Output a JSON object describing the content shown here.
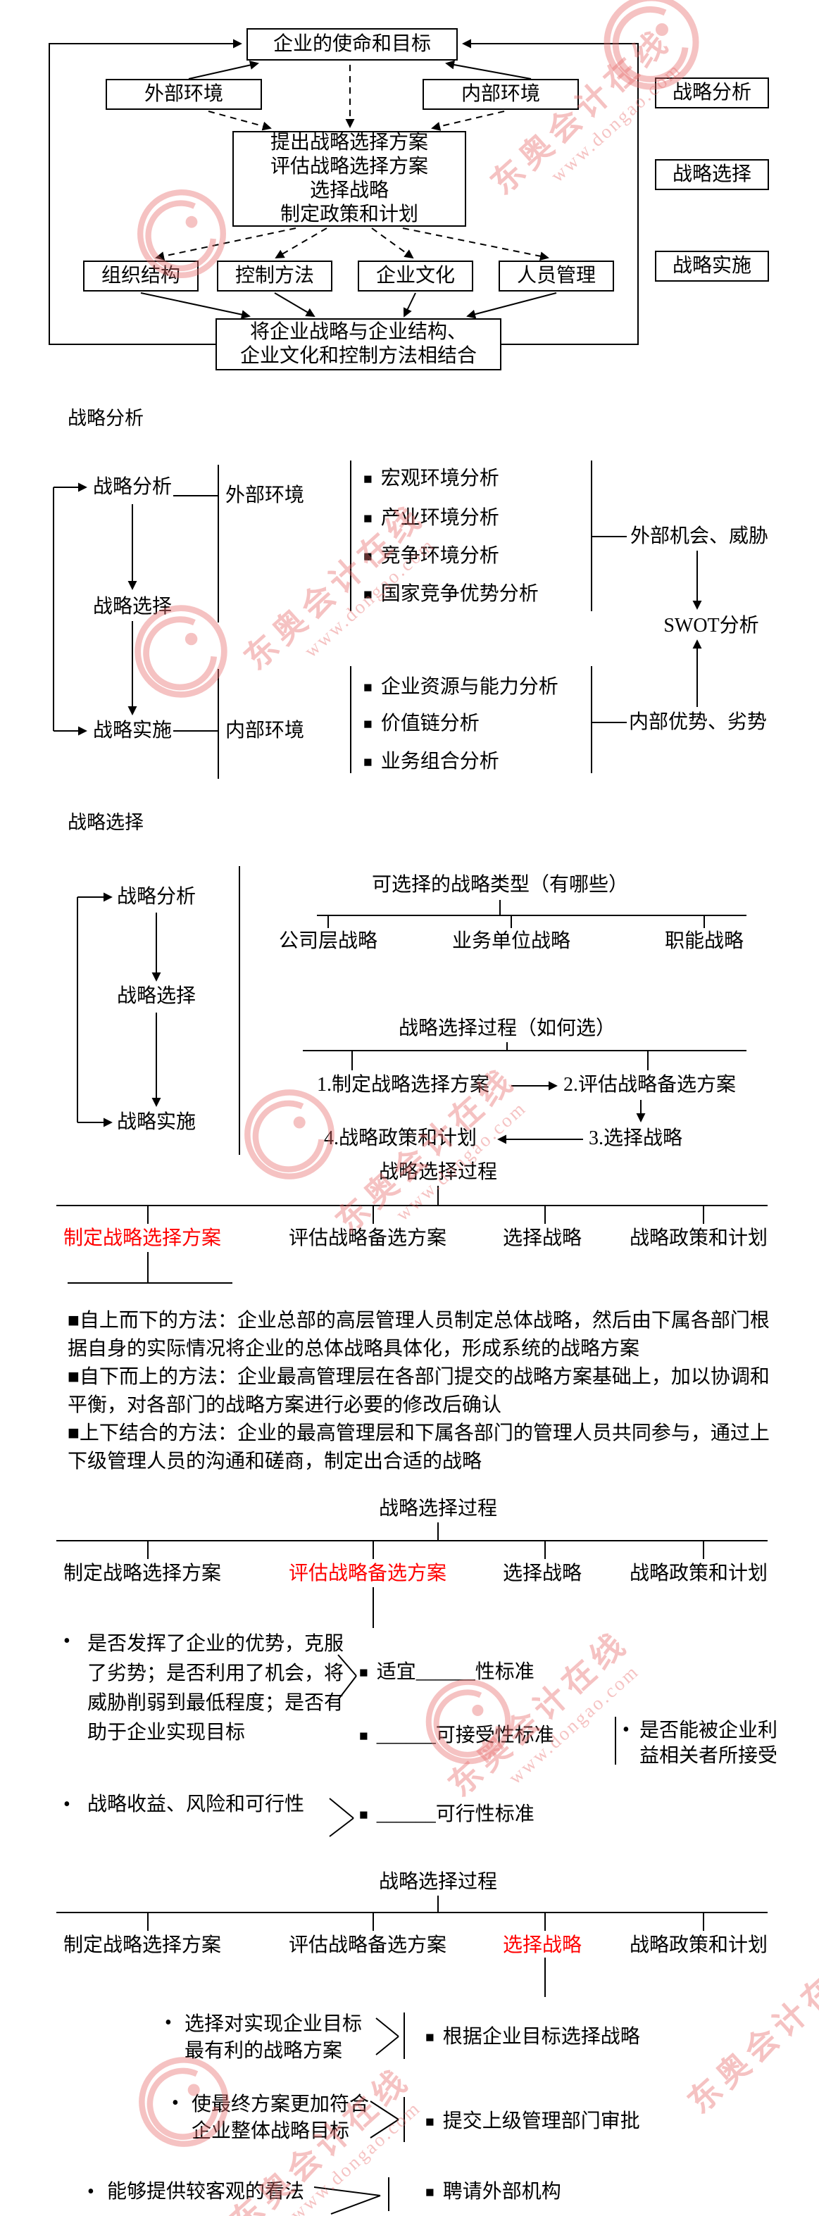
{
  "glyphs": {
    "square": "■",
    "dot": "•"
  },
  "watermark": {
    "brand": "东奥会计在线",
    "url": "www.dongao.com"
  },
  "overview": {
    "mission": "企业的使命和目标",
    "external": "外部环境",
    "internal": "内部环境",
    "center_lines": [
      "提出战略选择方案",
      "评估战略选择方案",
      "选择战略",
      "制定政策和计划"
    ],
    "impl": [
      "组织结构",
      "控制方法",
      "企业文化",
      "人员管理"
    ],
    "integrate_lines": [
      "将企业战略与企业结构、",
      "企业文化和控制方法相结合"
    ],
    "side": [
      "战略分析",
      "战略选择",
      "战略实施"
    ]
  },
  "analysis": {
    "heading": "战略分析",
    "flow": [
      "战略分析",
      "战略选择",
      "战略实施"
    ],
    "external_label": "外部环境",
    "external_items": [
      "宏观环境分析",
      "产业环境分析",
      "竞争环境分析",
      "国家竞争优势分析"
    ],
    "external_result": "外部机会、威胁",
    "swot": "SWOT分析",
    "internal_label": "内部环境",
    "internal_items": [
      "企业资源与能力分析",
      "价值链分析",
      "业务组合分析"
    ],
    "internal_result": "内部优势、劣势"
  },
  "selection": {
    "heading": "战略选择",
    "flow": [
      "战略分析",
      "战略选择",
      "战略实施"
    ],
    "types_title": "可选择的战略类型（有哪些）",
    "types": [
      "公司层战略",
      "业务单位战略",
      "职能战略"
    ],
    "process_title": "战略选择过程（如何选）",
    "steps": [
      "1.制定战略选择方案",
      "2.评估战略备选方案",
      "3.选择战略",
      "4.战略政策和计划"
    ]
  },
  "process_title": "战略选择过程",
  "stages": [
    "制定战略选择方案",
    "评估战略备选方案",
    "选择战略",
    "战略政策和计划"
  ],
  "formulate": {
    "methods": [
      "■自上而下的方法：企业总部的高层管理人员制定总体战略，然后由下属各部门根据自身的实际情况将企业的总体战略具体化，形成系统的战略方案",
      "■自下而上的方法：企业最高管理层在各部门提交的战略方案基础上，加以协调和平衡，对各部门的战略方案进行必要的修改后确认",
      "■上下结合的方法：企业的最高管理层和下属各部门的管理人员共同参与，通过上下级管理人员的沟通和磋商，制定出合适的战略"
    ]
  },
  "evaluate": {
    "bullet1": "是否发挥了企业的优势，克服了劣势；是否利用了机会，将威胁削弱到最低程度；是否有助于企业实现目标",
    "bullet2": "战略收益、风险和可行性",
    "criteria": [
      "适宜______性标准",
      "______可接受性标准",
      "______可行性标准"
    ],
    "acceptability_note": "是否能被企业利益相关者所接受"
  },
  "choose": {
    "pairs": [
      {
        "left": "选择对实现企业目标最有利的战略方案",
        "right": "根据企业目标选择战略"
      },
      {
        "left": "使最终方案更加符合企业整体战略目标",
        "right": "提交上级管理部门审批"
      },
      {
        "left": "能够提供较客观的看法",
        "right": "聘请外部机构"
      }
    ]
  }
}
